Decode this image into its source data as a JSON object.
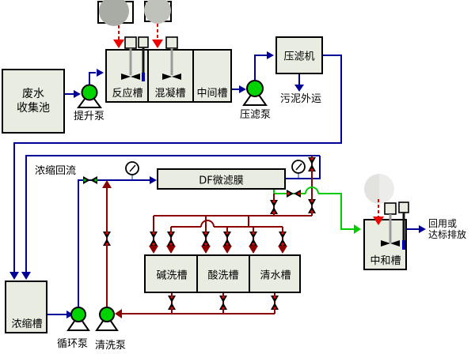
{
  "tanks": {
    "waste_collection": {
      "line1": "废水",
      "line2": "收集池"
    },
    "reaction": {
      "label": "反应槽"
    },
    "coagulation": {
      "label": "混凝槽"
    },
    "intermediate": {
      "label": "中间槽"
    },
    "filter_press": {
      "label": "压滤机"
    },
    "df_membrane": {
      "label": "DF微滤膜"
    },
    "alkali_wash": {
      "label": "碱洗槽"
    },
    "acid_wash": {
      "label": "酸洗槽"
    },
    "clean_water": {
      "label": "清水槽"
    },
    "neutralization": {
      "label": "中和槽"
    },
    "concentration": {
      "label": "浓缩槽"
    }
  },
  "pumps": {
    "lift": {
      "label": "提升泵"
    },
    "filter_press": {
      "label": "压滤泵"
    },
    "circulation": {
      "label": "循环泵"
    },
    "cleaning": {
      "label": "清洗泵"
    }
  },
  "annotations": {
    "sludge_out": "污泥外运",
    "concentrate_reflux": "浓缩回流",
    "discharge": {
      "line1": "回用或",
      "line2": "达标排放"
    }
  },
  "icons": {
    "pump": "pump-icon (green circle on triangle)",
    "valve": "valve-icon (bowtie)",
    "gauge": "pressure-gauge-icon",
    "mixer": "mixer-icon (motor, shaft, impeller)",
    "probe": "probe-icon (rod with blue tip)",
    "dosing_tank": "dosing-tank-icon (gray sphere on stand)",
    "dosing_arrow": "red dashed arrow"
  },
  "colors": {
    "pipe_blue": "#000099",
    "pipe_red": "#8b0000",
    "pipe_green": "#00cc00",
    "pump_fill": "#00d300",
    "tank_fill": "#e9ece1",
    "dosing_red": "#ee0000",
    "gauge_stem": "#7799dd",
    "dosing_gray_dark": "#a9aca5",
    "dosing_gray_light": "#bfc2ba",
    "dosing_white": "#ececea"
  }
}
